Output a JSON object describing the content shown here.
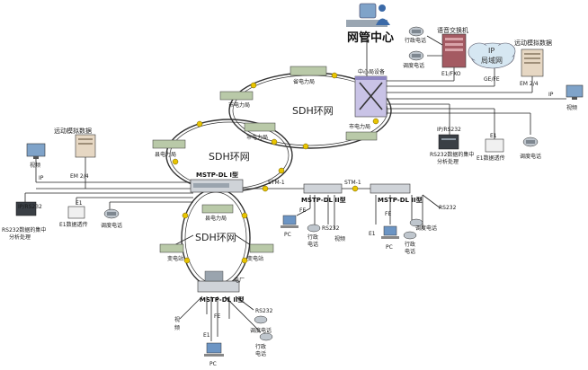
{
  "title": "网管中心",
  "colors": {
    "line": "#222222",
    "ring": "#333333",
    "optical": "#e8c400",
    "device": "#cfd3d8",
    "cloud": "#d6e7f2",
    "building": "#b9c9a8",
    "switch": "#c9c3e6"
  },
  "labels": {
    "voice_switch": "语音交换机",
    "admin_phone": "行政电话",
    "dispatch_phone": "调度电话",
    "e1_fxo": "E1/FXO",
    "ip_lan_1": "IP",
    "ip_lan_2": "局域网",
    "telecontrol_top_right": "远动模拟数据",
    "ge_fe": "GE/FE",
    "em_24_right": "EM 2/4",
    "ip_right": "IP",
    "video_right": "视频",
    "central_device": "中心局设备",
    "provincial_bureau": "省电力局",
    "city_bureau_1": "市电力局",
    "city_bureau_2": "市电力局",
    "city_bureau_3": "市电力局",
    "county_bureau_1": "县电力局",
    "county_bureau_2": "县电力局",
    "ring_top": "SDH环网",
    "ring_middle": "SDH环网",
    "ring_bottom": "SDH环网",
    "ip_rs232_right": "IP/RS232",
    "rs232_collect_right_1": "RS232数据的集中",
    "rs232_collect_right_2": "分析处理",
    "e1_right": "E1",
    "e1_transparent_right": "E1数据透传",
    "dispatch_phone_right": "调度电话",
    "telecontrol_left": "远动模拟数据",
    "video_left": "视频",
    "ip_left": "IP",
    "em_24_left": "EM 2/4",
    "ip_rs232_left": "IP/RS232",
    "e1_left": "E1",
    "rs232_collect_left_1": "RS232数据的集中",
    "rs232_collect_left_2": "分析处理",
    "e1_transparent_left": "E1数据透传",
    "dispatch_phone_left": "调度电话",
    "mstp_dl1": "MSTP-DL I型",
    "stm1_a": "STM-1",
    "stm1_b": "STM-1",
    "mstp_dl2_a": "MSTP-DL II型",
    "mstp_dl2_b": "MSTP-DL II型",
    "mstp_dl2_c": "MSTP-DL II型",
    "fe_a": "FE",
    "pc_a": "PC",
    "rs232_a": "RS232",
    "video_a": "视频",
    "admin_phone_a_1": "行政",
    "admin_phone_a_2": "电话",
    "e1_b": "E1",
    "fe_b": "FE",
    "pc_b": "PC",
    "rs232_b": "RS232",
    "dispatch_phone_b": "调度电话",
    "admin_phone_b_1": "行政",
    "admin_phone_b_2": "电话",
    "substation_1": "变电站",
    "substation_2": "变电站",
    "power_plant": "电厂",
    "rs232_c": "RS232",
    "video_c_1": "视",
    "video_c_2": "频",
    "e1_c": "E1",
    "fe_c": "FE",
    "pc_c": "PC",
    "dispatch_phone_c": "调度电话",
    "admin_phone_c_1": "行政",
    "admin_phone_c_2": "电话"
  },
  "icons": {
    "operator": "operator-icon",
    "telephone": "telephone-icon",
    "server": "server-icon",
    "cloud": "cloud-icon",
    "monitor": "monitor-icon",
    "pc": "pc-icon",
    "building": "building-icon",
    "switch": "switch-icon",
    "transmission": "transmission-device-icon",
    "optical_connector": "optical-connector-icon"
  }
}
